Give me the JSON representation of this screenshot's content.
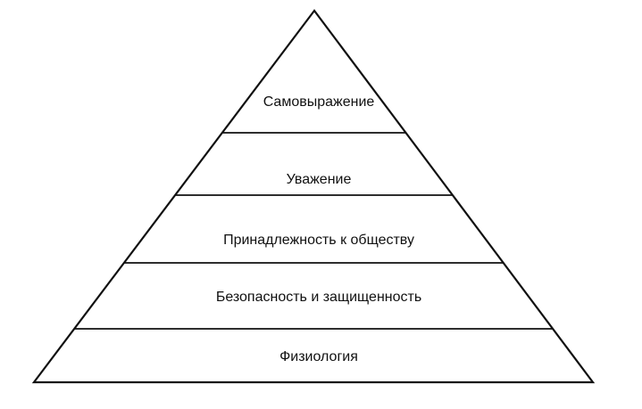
{
  "diagram": {
    "levels": [
      {
        "label": "Самовыражение"
      },
      {
        "label": "Уважение"
      },
      {
        "label": "Принадлежность к обществу"
      },
      {
        "label": "Безопасность  и  защищенность"
      },
      {
        "label": "Физиология"
      }
    ]
  }
}
